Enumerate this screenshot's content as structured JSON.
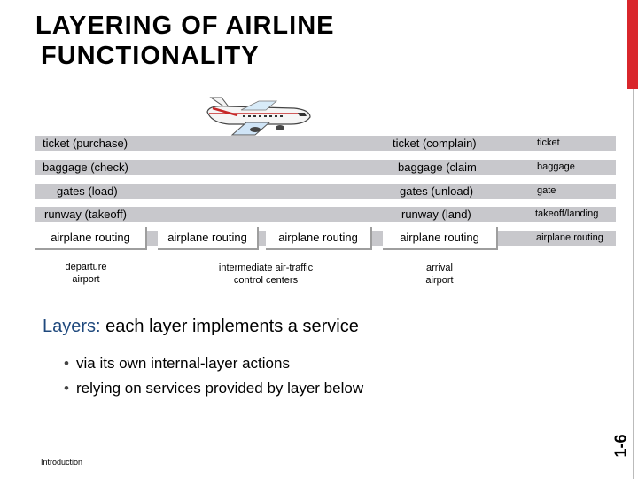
{
  "title": {
    "line1": "LAYERING OF AIRLINE",
    "line2": "FUNCTIONALITY"
  },
  "slide_number": "1-6",
  "footer": "Introduction",
  "colors": {
    "accent": "#d9262b",
    "band": "#c8c8cc",
    "layers_keyword": "#1f497d"
  },
  "rows": [
    {
      "left": "ticket (purchase)",
      "right": "ticket (complain)",
      "layer": "ticket"
    },
    {
      "left": "baggage (check)",
      "right": "baggage (claim",
      "layer": "baggage"
    },
    {
      "left": "gates (load)",
      "right": "gates (unload)",
      "layer": "gate"
    },
    {
      "left": "runway (takeoff)",
      "right": "runway (land)",
      "layer": "takeoff/landing"
    }
  ],
  "routing": {
    "departure": "airplane routing",
    "middle1": "airplane routing",
    "middle2": "airplane routing",
    "arrival": "airplane routing",
    "layer": "airplane routing"
  },
  "locations": {
    "departure": [
      "departure",
      "airport"
    ],
    "intermediate": [
      "intermediate air-traffic",
      "control centers"
    ],
    "arrival": [
      "arrival",
      "airport"
    ]
  },
  "summary": {
    "keyword": "Layers:",
    "text": " each layer implements a service",
    "bullets": [
      "via its own internal-layer actions",
      "relying on services provided by layer below"
    ]
  },
  "icons": {
    "plane": "airplane-icon"
  }
}
